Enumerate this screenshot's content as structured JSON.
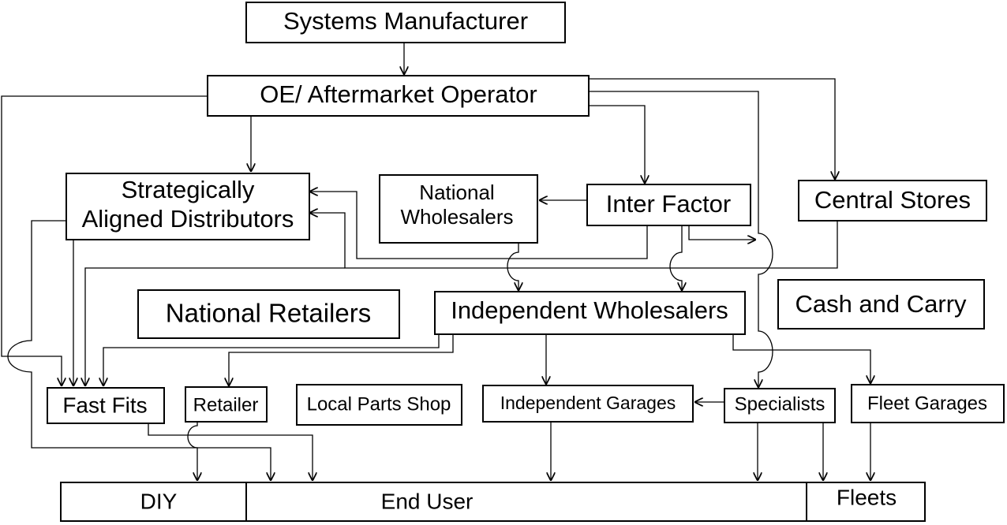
{
  "nodes": {
    "systems_manufacturer": "Systems Manufacturer",
    "oe_aftermarket_operator": "OE/ Aftermarket Operator",
    "strategically_aligned_1": "Strategically",
    "strategically_aligned_2": "Aligned Distributors",
    "national_wholesalers_1": "National",
    "national_wholesalers_2": "Wholesalers",
    "inter_factor": "Inter Factor",
    "central_stores": "Central Stores",
    "national_retailers": "National Retailers",
    "independent_wholesalers": "Independent Wholesalers",
    "cash_and_carry": "Cash and Carry",
    "fast_fits": "Fast Fits",
    "retailer": "Retailer",
    "local_parts_shop": "Local Parts Shop",
    "independent_garages": "Independent Garages",
    "specialists": "Specialists",
    "fleet_garages": "Fleet Garages",
    "diy": "DIY",
    "end_user": "End User",
    "fleets": "Fleets"
  }
}
